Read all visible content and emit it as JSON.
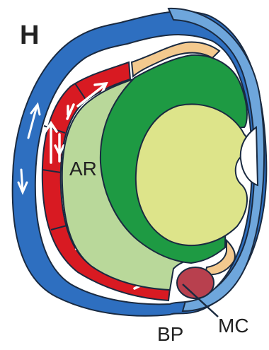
{
  "figure": {
    "panel_letter": "H",
    "labels": {
      "ar": "AR",
      "bp": "BP",
      "mc": "MC"
    }
  },
  "colors": {
    "outer_layer": "#2e6fc0",
    "outer_layer_light": "#6ea6dc",
    "red_layer": "#d81a22",
    "outline": "#1a2a40",
    "pale_green": "#b9d89a",
    "dark_green": "#1e9a43",
    "yolk": "#dde48a",
    "tan": "#f3c98e",
    "mc_blob": "#b8404e",
    "arrows": "#ffffff"
  }
}
